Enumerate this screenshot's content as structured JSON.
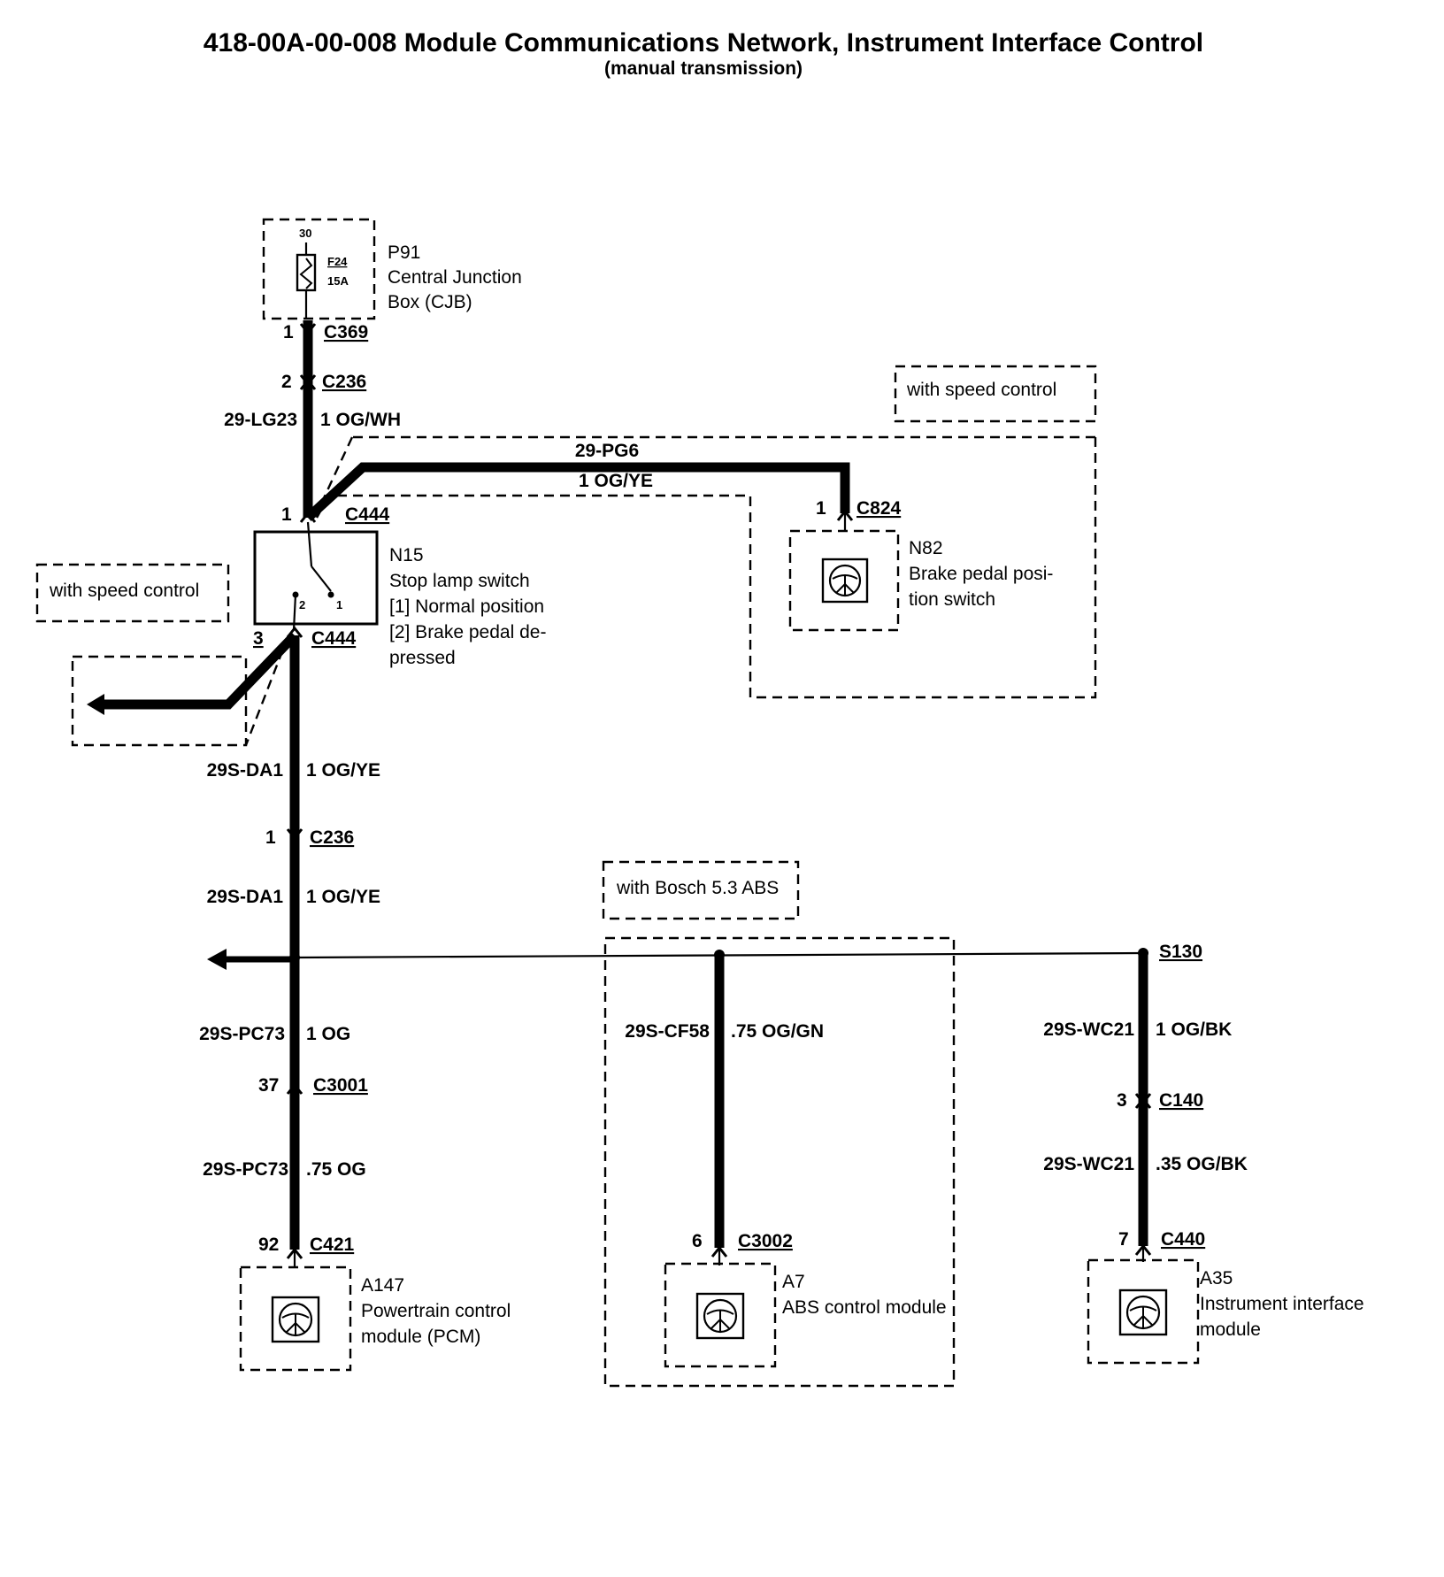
{
  "title": "418-00A-00-008 Module Communications Network, Instrument Interface Control",
  "subtitle": "(manual transmission)",
  "fuse_box": {
    "pin_top": "30",
    "fuse_id": "F24",
    "fuse_rating": "15A",
    "id": "P91",
    "name_line1": "Central Junction",
    "name_line2": "Box (CJB)"
  },
  "connectors": {
    "c369": {
      "pin": "1",
      "name": "C369"
    },
    "c236_top": {
      "pin": "2",
      "name": "C236"
    },
    "c444_in": {
      "pin": "1",
      "name": "C444"
    },
    "c444_out": {
      "pin": "3",
      "name": "C444"
    },
    "c824": {
      "pin": "1",
      "name": "C824"
    },
    "c236_bot": {
      "pin": "1",
      "name": "C236"
    },
    "c3001": {
      "pin": "37",
      "name": "C3001"
    },
    "c421": {
      "pin": "92",
      "name": "C421"
    },
    "c3002": {
      "pin": "6",
      "name": "C3002"
    },
    "c140": {
      "pin": "3",
      "name": "C140"
    },
    "c440": {
      "pin": "7",
      "name": "C440"
    }
  },
  "splice": {
    "name": "S130"
  },
  "wires": {
    "lg23": {
      "circuit": "29-LG23",
      "spec": "1 OG/WH"
    },
    "pg6": {
      "circuit": "29-PG6",
      "spec": "1 OG/YE"
    },
    "da1_a": {
      "circuit": "29S-DA1",
      "spec": "1 OG/YE"
    },
    "da1_b": {
      "circuit": "29S-DA1",
      "spec": "1 OG/YE"
    },
    "pc73_a": {
      "circuit": "29S-PC73",
      "spec": "1 OG"
    },
    "pc73_b": {
      "circuit": "29S-PC73",
      "spec": ".75 OG"
    },
    "cf58": {
      "circuit": "29S-CF58",
      "spec": ".75 OG/GN"
    },
    "wc21_a": {
      "circuit": "29S-WC21",
      "spec": "1 OG/BK"
    },
    "wc21_b": {
      "circuit": "29S-WC21",
      "spec": ".35 OG/BK"
    }
  },
  "stop_lamp_switch": {
    "id": "N15",
    "name": "Stop lamp switch",
    "pos1": "[1] Normal position",
    "pos2_line1": "[2] Brake pedal de-",
    "pos2_line2": "pressed",
    "pin1": "1",
    "pin2": "2"
  },
  "brake_pedal_switch": {
    "id": "N82",
    "name_line1": "Brake pedal posi-",
    "name_line2": "tion switch"
  },
  "pcm": {
    "id": "A147",
    "name_line1": "Powertrain control",
    "name_line2": "module (PCM)"
  },
  "abs": {
    "id": "A7",
    "name": "ABS control module"
  },
  "iim": {
    "id": "A35",
    "name_line1": "Instrument interface",
    "name_line2": "module"
  },
  "options": {
    "speed_control_right": "with speed control",
    "speed_control_left": "with speed control",
    "bosch_abs": "with Bosch 5.3 ABS"
  }
}
